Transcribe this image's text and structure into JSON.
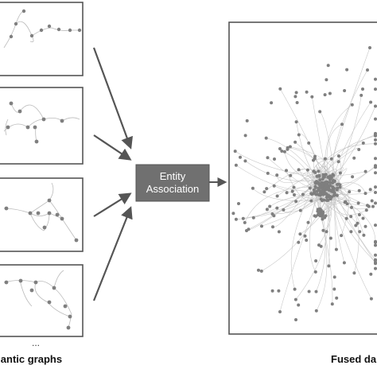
{
  "entity_box": {
    "line1": "Entity",
    "line2": "Association",
    "fill": "#707070"
  },
  "captions": {
    "left": "emantic graphs",
    "right": "Fused da"
  },
  "ellipsis": "...",
  "colors": {
    "node": "#7f7f7f",
    "edge": "#bdbdbd",
    "arrow": "#555555",
    "frame": "#555555"
  }
}
